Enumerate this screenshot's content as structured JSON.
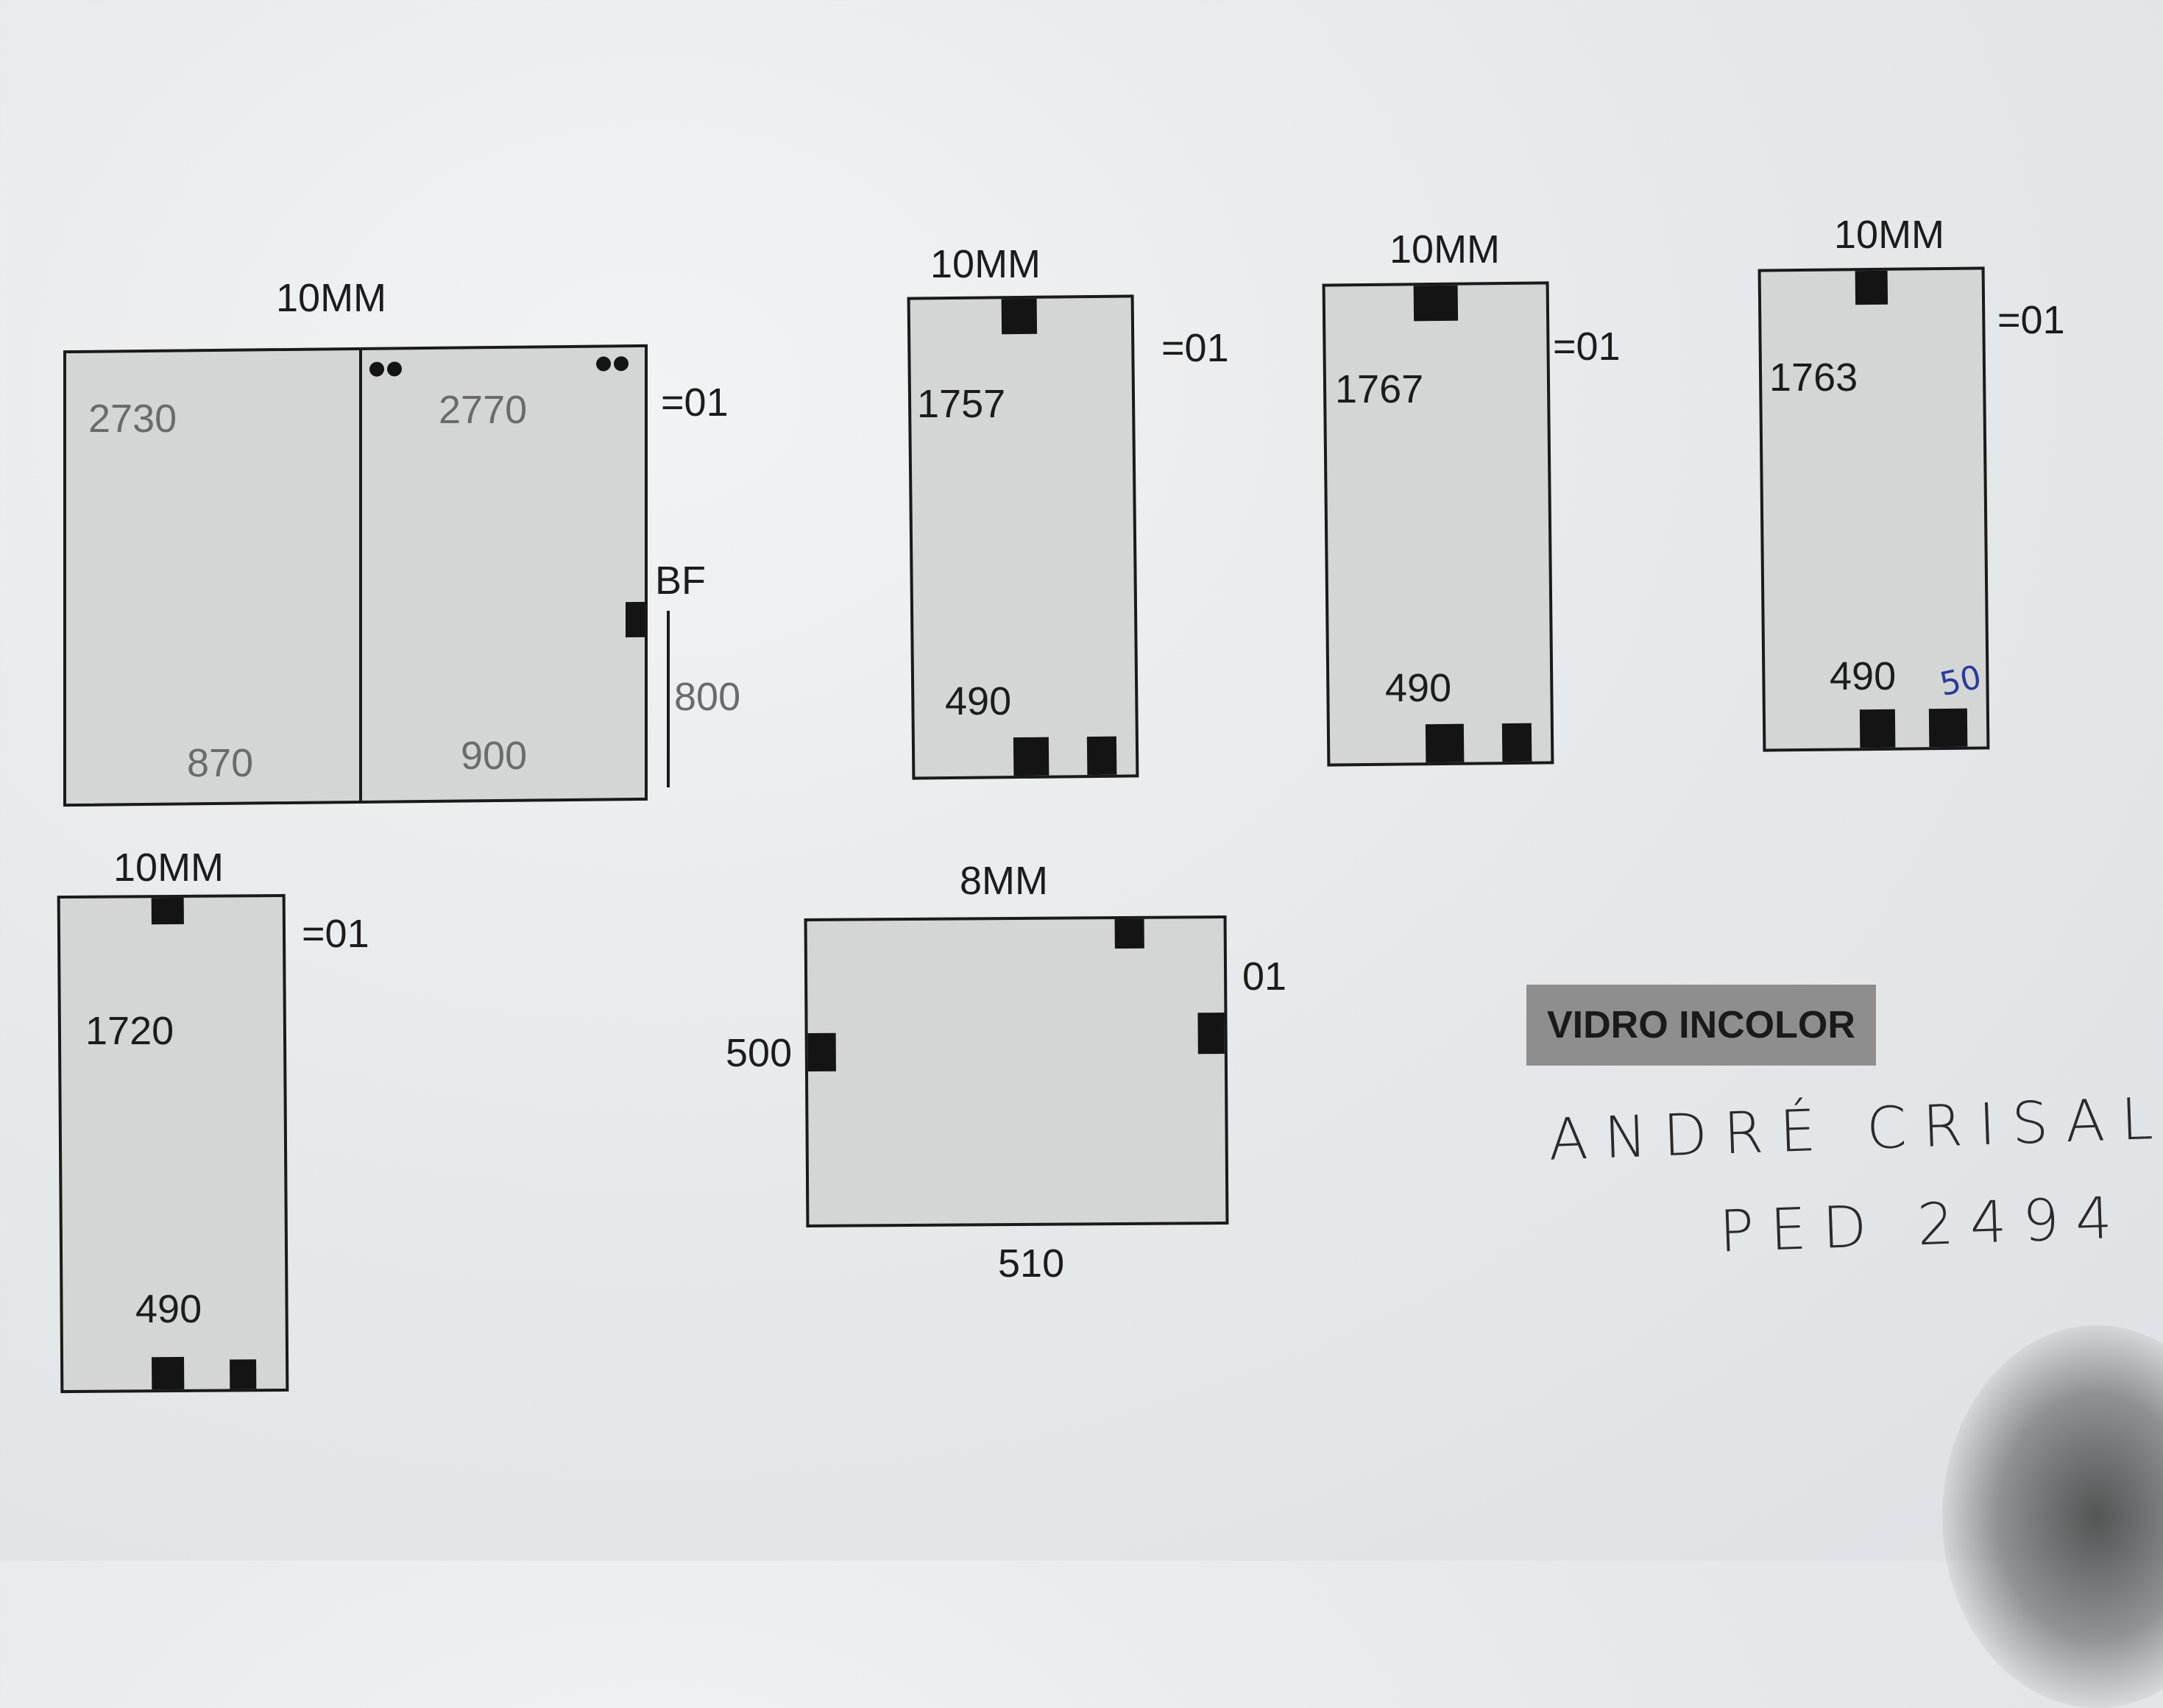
{
  "panel1": {
    "thickness": "10MM",
    "height_left": "2730",
    "height_right": "2770",
    "width_left": "870",
    "width_right": "900",
    "quantity": "=01",
    "bf_label": "BF",
    "bf_height": "800"
  },
  "panel2": {
    "thickness": "10MM",
    "height": "1757",
    "width": "490",
    "quantity": "=01"
  },
  "panel3": {
    "thickness": "10MM",
    "height": "1767",
    "width": "490",
    "quantity": "=01"
  },
  "panel4": {
    "thickness": "10MM",
    "height": "1763",
    "width": "490",
    "quantity": "=01",
    "handwritten_note": "50"
  },
  "panel5": {
    "thickness": "10MM",
    "height": "1720",
    "width": "490",
    "quantity": "=01"
  },
  "panel6": {
    "thickness": "8MM",
    "height": "500",
    "width": "510",
    "quantity": "01"
  },
  "glass_type": "VIDRO INCOLOR",
  "client_name": "ANDRÉ CRISAL",
  "order": "PED 2494"
}
